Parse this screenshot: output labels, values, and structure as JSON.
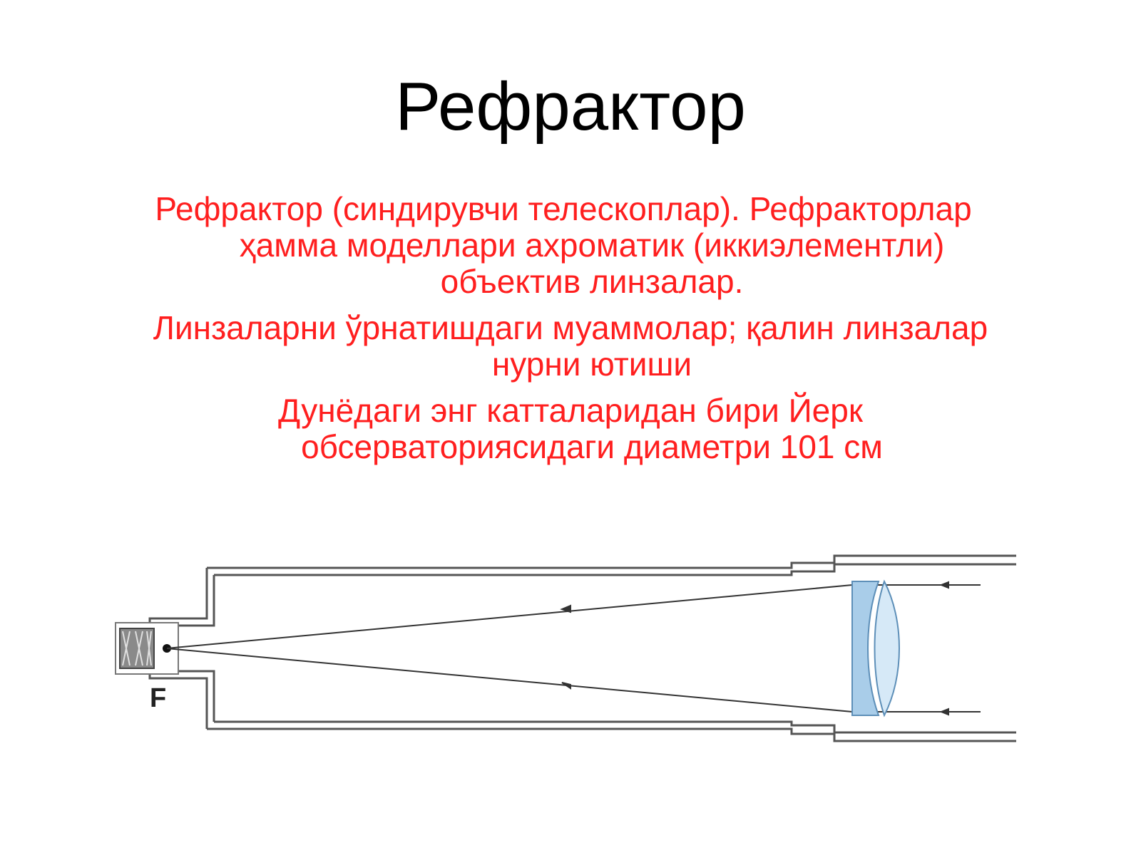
{
  "slide": {
    "title": "Рефрактор",
    "bullets": [
      {
        "lines": [
          "Рефрактор (синдирувчи телескоплар). Рефракторлар",
          "ҳамма моделлари ахроматик (иккиэлементли)",
          "объектив линзалар."
        ]
      },
      {
        "lines": [
          "Линзаларни ўрнатишдаги муаммолар; қалин линзалар",
          "нурни ютиши"
        ]
      },
      {
        "lines": [
          "Дунёдаги энг катталаридан бири Йерк",
          "обсерваториясидаги диаметри 101 см"
        ]
      }
    ]
  },
  "diagram": {
    "focus_label": "F",
    "colors": {
      "text": "#ff1f1f",
      "title": "#000000",
      "tube_line": "#555555",
      "lens_fill": "#a9cde9",
      "lens_fill_light": "#d6e9f7",
      "ray": "#333333"
    },
    "icons": [
      "eyepiece-icon",
      "focal-point-icon",
      "objective-lens-icon"
    ]
  }
}
